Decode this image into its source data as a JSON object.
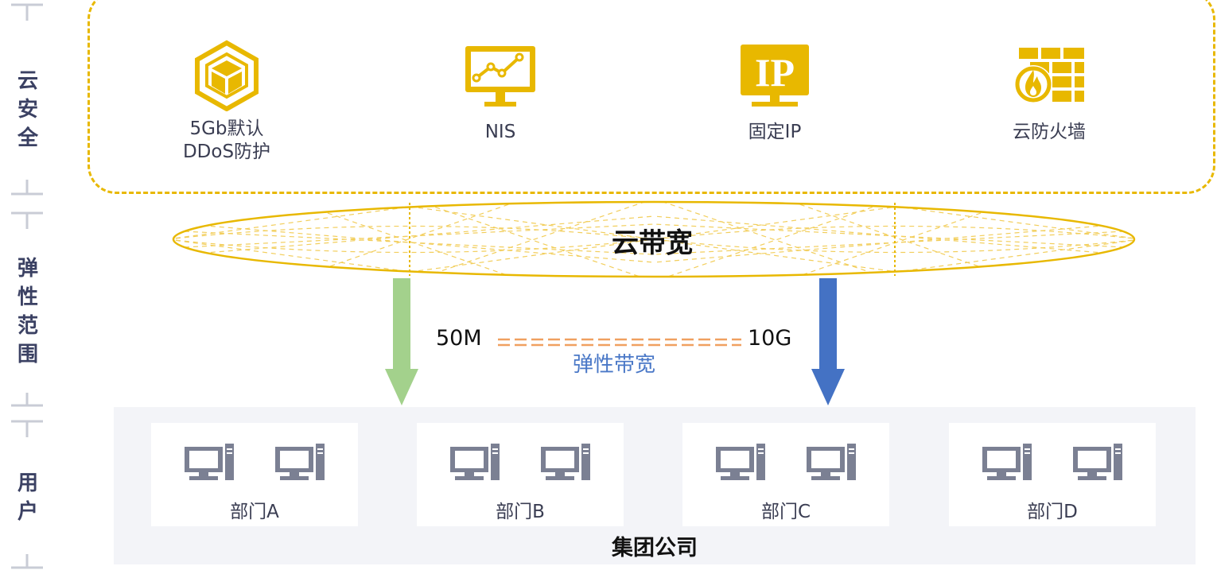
{
  "side_labels": {
    "security": [
      "云",
      "安",
      "全"
    ],
    "elastic_range": [
      "弹",
      "性",
      "范",
      "围"
    ],
    "user": [
      "用",
      "户"
    ]
  },
  "security_items": [
    {
      "icon": "cube-hexagon-icon",
      "label_line1": "5Gb默认",
      "label_line2": "DDoS防护"
    },
    {
      "icon": "monitor-chart-icon",
      "label_line1": "NIS",
      "label_line2": ""
    },
    {
      "icon": "ip-monitor-icon",
      "label_line1": "固定IP",
      "label_line2": "",
      "icon_text": "IP"
    },
    {
      "icon": "firewall-icon",
      "label_line1": "云防火墙",
      "label_line2": ""
    }
  ],
  "bandwidth": {
    "title": "云带宽",
    "min": "50M",
    "max": "10G",
    "elastic_label": "弹性带宽"
  },
  "colors": {
    "accent_yellow": "#e8b800",
    "arrow_green": "#a3d18c",
    "arrow_blue": "#4472c4",
    "dash_orange": "#f0a060",
    "elastic_text": "#4a78c7",
    "computer_gray": "#7b8093",
    "side_text": "#3b4163"
  },
  "departments": [
    {
      "name": "部门A"
    },
    {
      "name": "部门B"
    },
    {
      "name": "部门C"
    },
    {
      "name": "部门D"
    }
  ],
  "group": {
    "name": "集团公司"
  }
}
